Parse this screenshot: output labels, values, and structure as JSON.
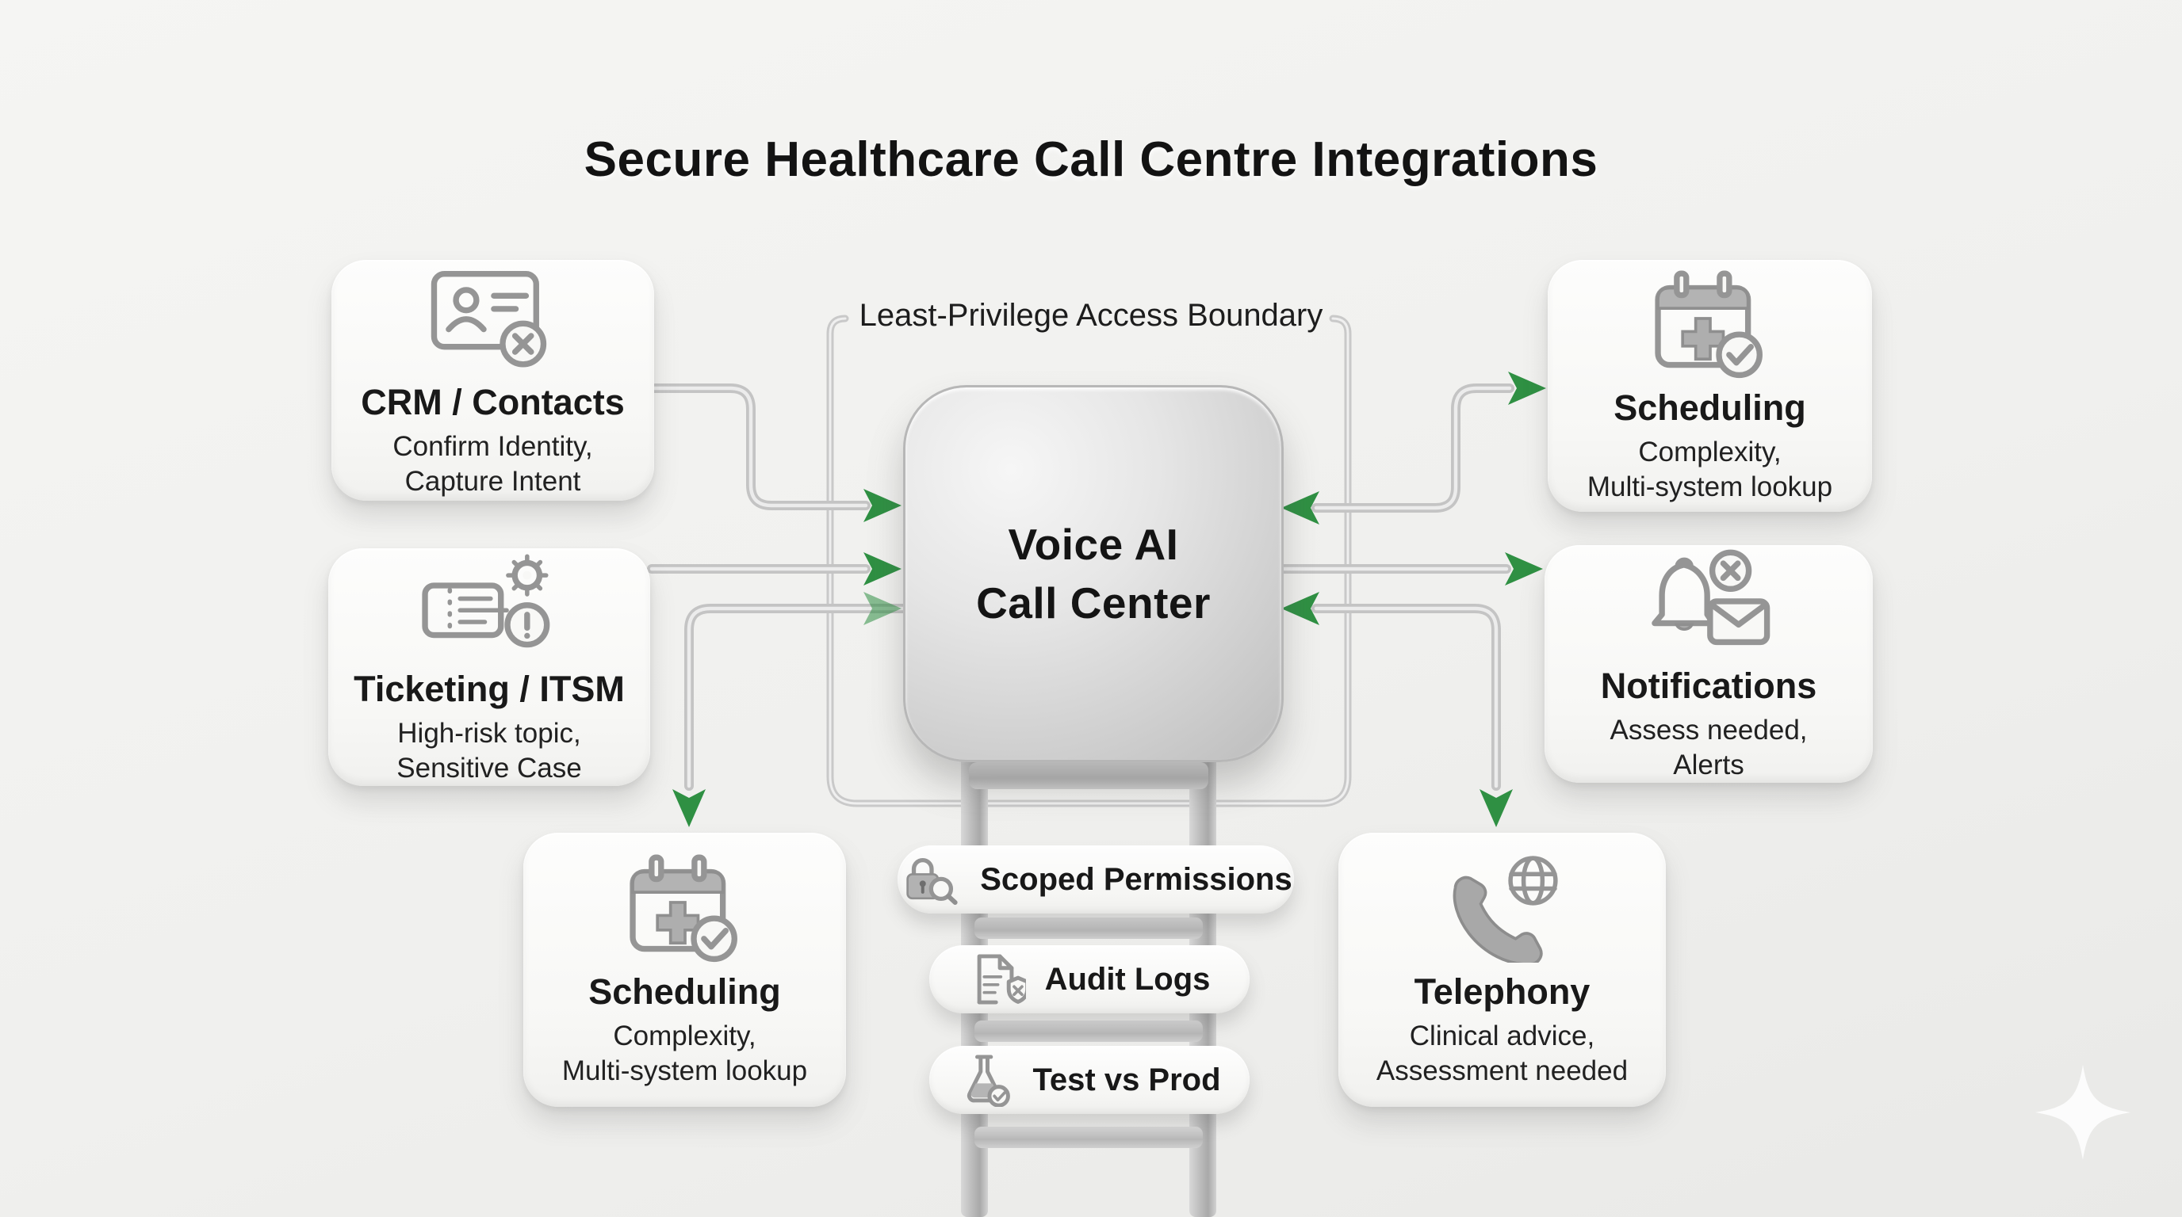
{
  "title": "Secure Healthcare Call Centre Integrations",
  "boundary": {
    "label": "Least-Privilege Access Boundary"
  },
  "center_node": {
    "line1": "Voice AI",
    "line2": "Call Center"
  },
  "nodes": {
    "crm": {
      "title": "CRM / Contacts",
      "subtitle_line1": "Confirm Identity,",
      "subtitle_line2": "Capture Intent",
      "icon": "id-card-dismiss-icon"
    },
    "ticketing": {
      "title": "Ticketing / ITSM",
      "subtitle_line1": "High-risk topic,",
      "subtitle_line2": "Sensitive Case",
      "icon": "ticket-gear-alert-icon"
    },
    "scheduling_top": {
      "title": "Scheduling",
      "subtitle_line1": "Complexity,",
      "subtitle_line2": "Multi-system lookup",
      "icon": "calendar-plus-check-icon"
    },
    "notifications": {
      "title": "Notifications",
      "subtitle_line1": "Assess needed,",
      "subtitle_line2": "Alerts",
      "icon": "bell-dismiss-mail-icon"
    },
    "scheduling_bottom": {
      "title": "Scheduling",
      "subtitle_line1": "Complexity,",
      "subtitle_line2": "Multi-system lookup",
      "icon": "calendar-plus-check-icon"
    },
    "telephony": {
      "title": "Telephony",
      "subtitle_line1": "Clinical advice,",
      "subtitle_line2": "Assessment needed",
      "icon": "phone-globe-icon"
    }
  },
  "pills": [
    {
      "label": "Scoped Permissions",
      "icon": "lock-magnifier-icon"
    },
    {
      "label": "Audit Logs",
      "icon": "document-shield-x-icon"
    },
    {
      "label": "Test vs Prod",
      "icon": "flask-check-icon"
    }
  ],
  "decor": {
    "watermark_icon": "sparkle-icon"
  },
  "colors": {
    "arrow_green": "#2f9043",
    "pipe_silver": "#c4c4c4",
    "background": "#f0f0ee",
    "node_white": "#f9f9f7",
    "center_metal": "#cfcfcf",
    "text_dark": "#161616"
  }
}
